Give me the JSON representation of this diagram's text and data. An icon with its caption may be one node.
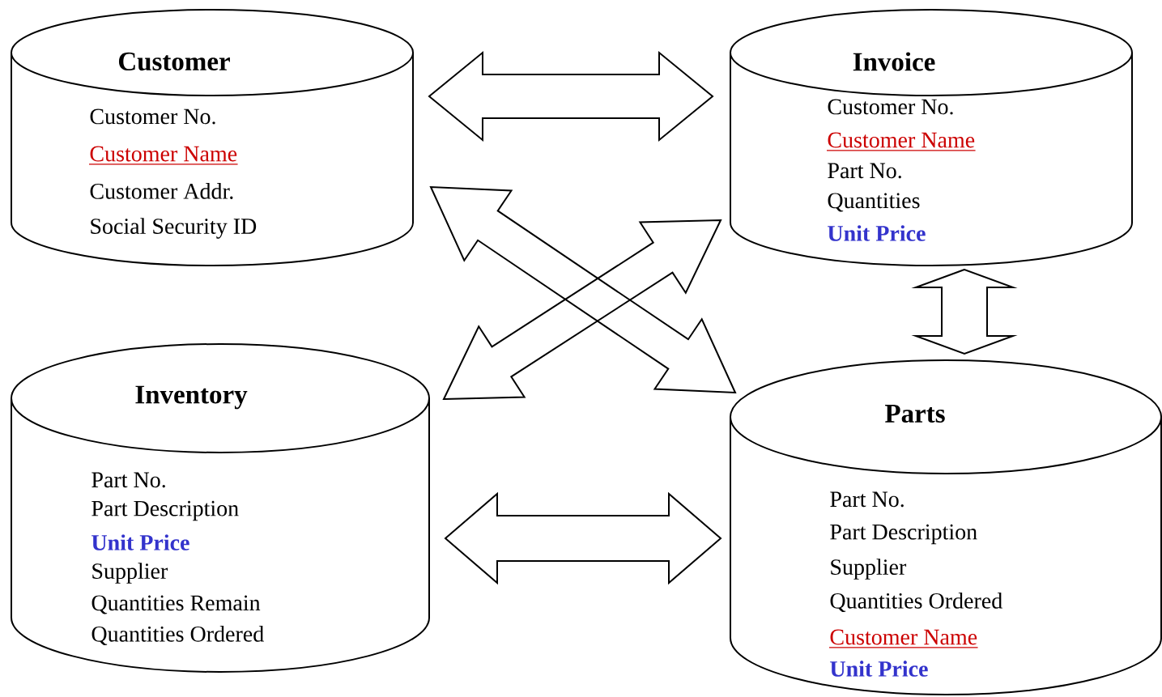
{
  "diagram": {
    "nodes": [
      {
        "text": [
          "Customer",
          "Customer No.",
          "Customer Name",
          "Customer Addr.",
          "Social Security ID"
        ]
      },
      {
        "text": [
          "Invoice",
          "Customer No.",
          "Customer Name",
          "Part No.",
          "Quantities",
          "Unit Price"
        ]
      },
      {
        "text": [
          "Inventory",
          "Part No.",
          "Part Description",
          "Unit Price",
          "Supplier",
          "Quantities Remain",
          "Quantities Ordered"
        ]
      },
      {
        "text": [
          "Parts",
          "Part No.",
          "Part Description",
          "Supplier",
          "Quantities Ordered",
          "Customer Name",
          "Unit Price"
        ]
      }
    ],
    "edges": [
      {
        "from": 0,
        "to": 1,
        "arrow": "both"
      },
      {
        "from": 0,
        "to": 3,
        "arrow": "both"
      },
      {
        "from": 2,
        "to": 1,
        "arrow": "both"
      },
      {
        "from": 1,
        "to": 3,
        "arrow": "both"
      },
      {
        "from": 2,
        "to": 3,
        "arrow": "both"
      }
    ]
  }
}
